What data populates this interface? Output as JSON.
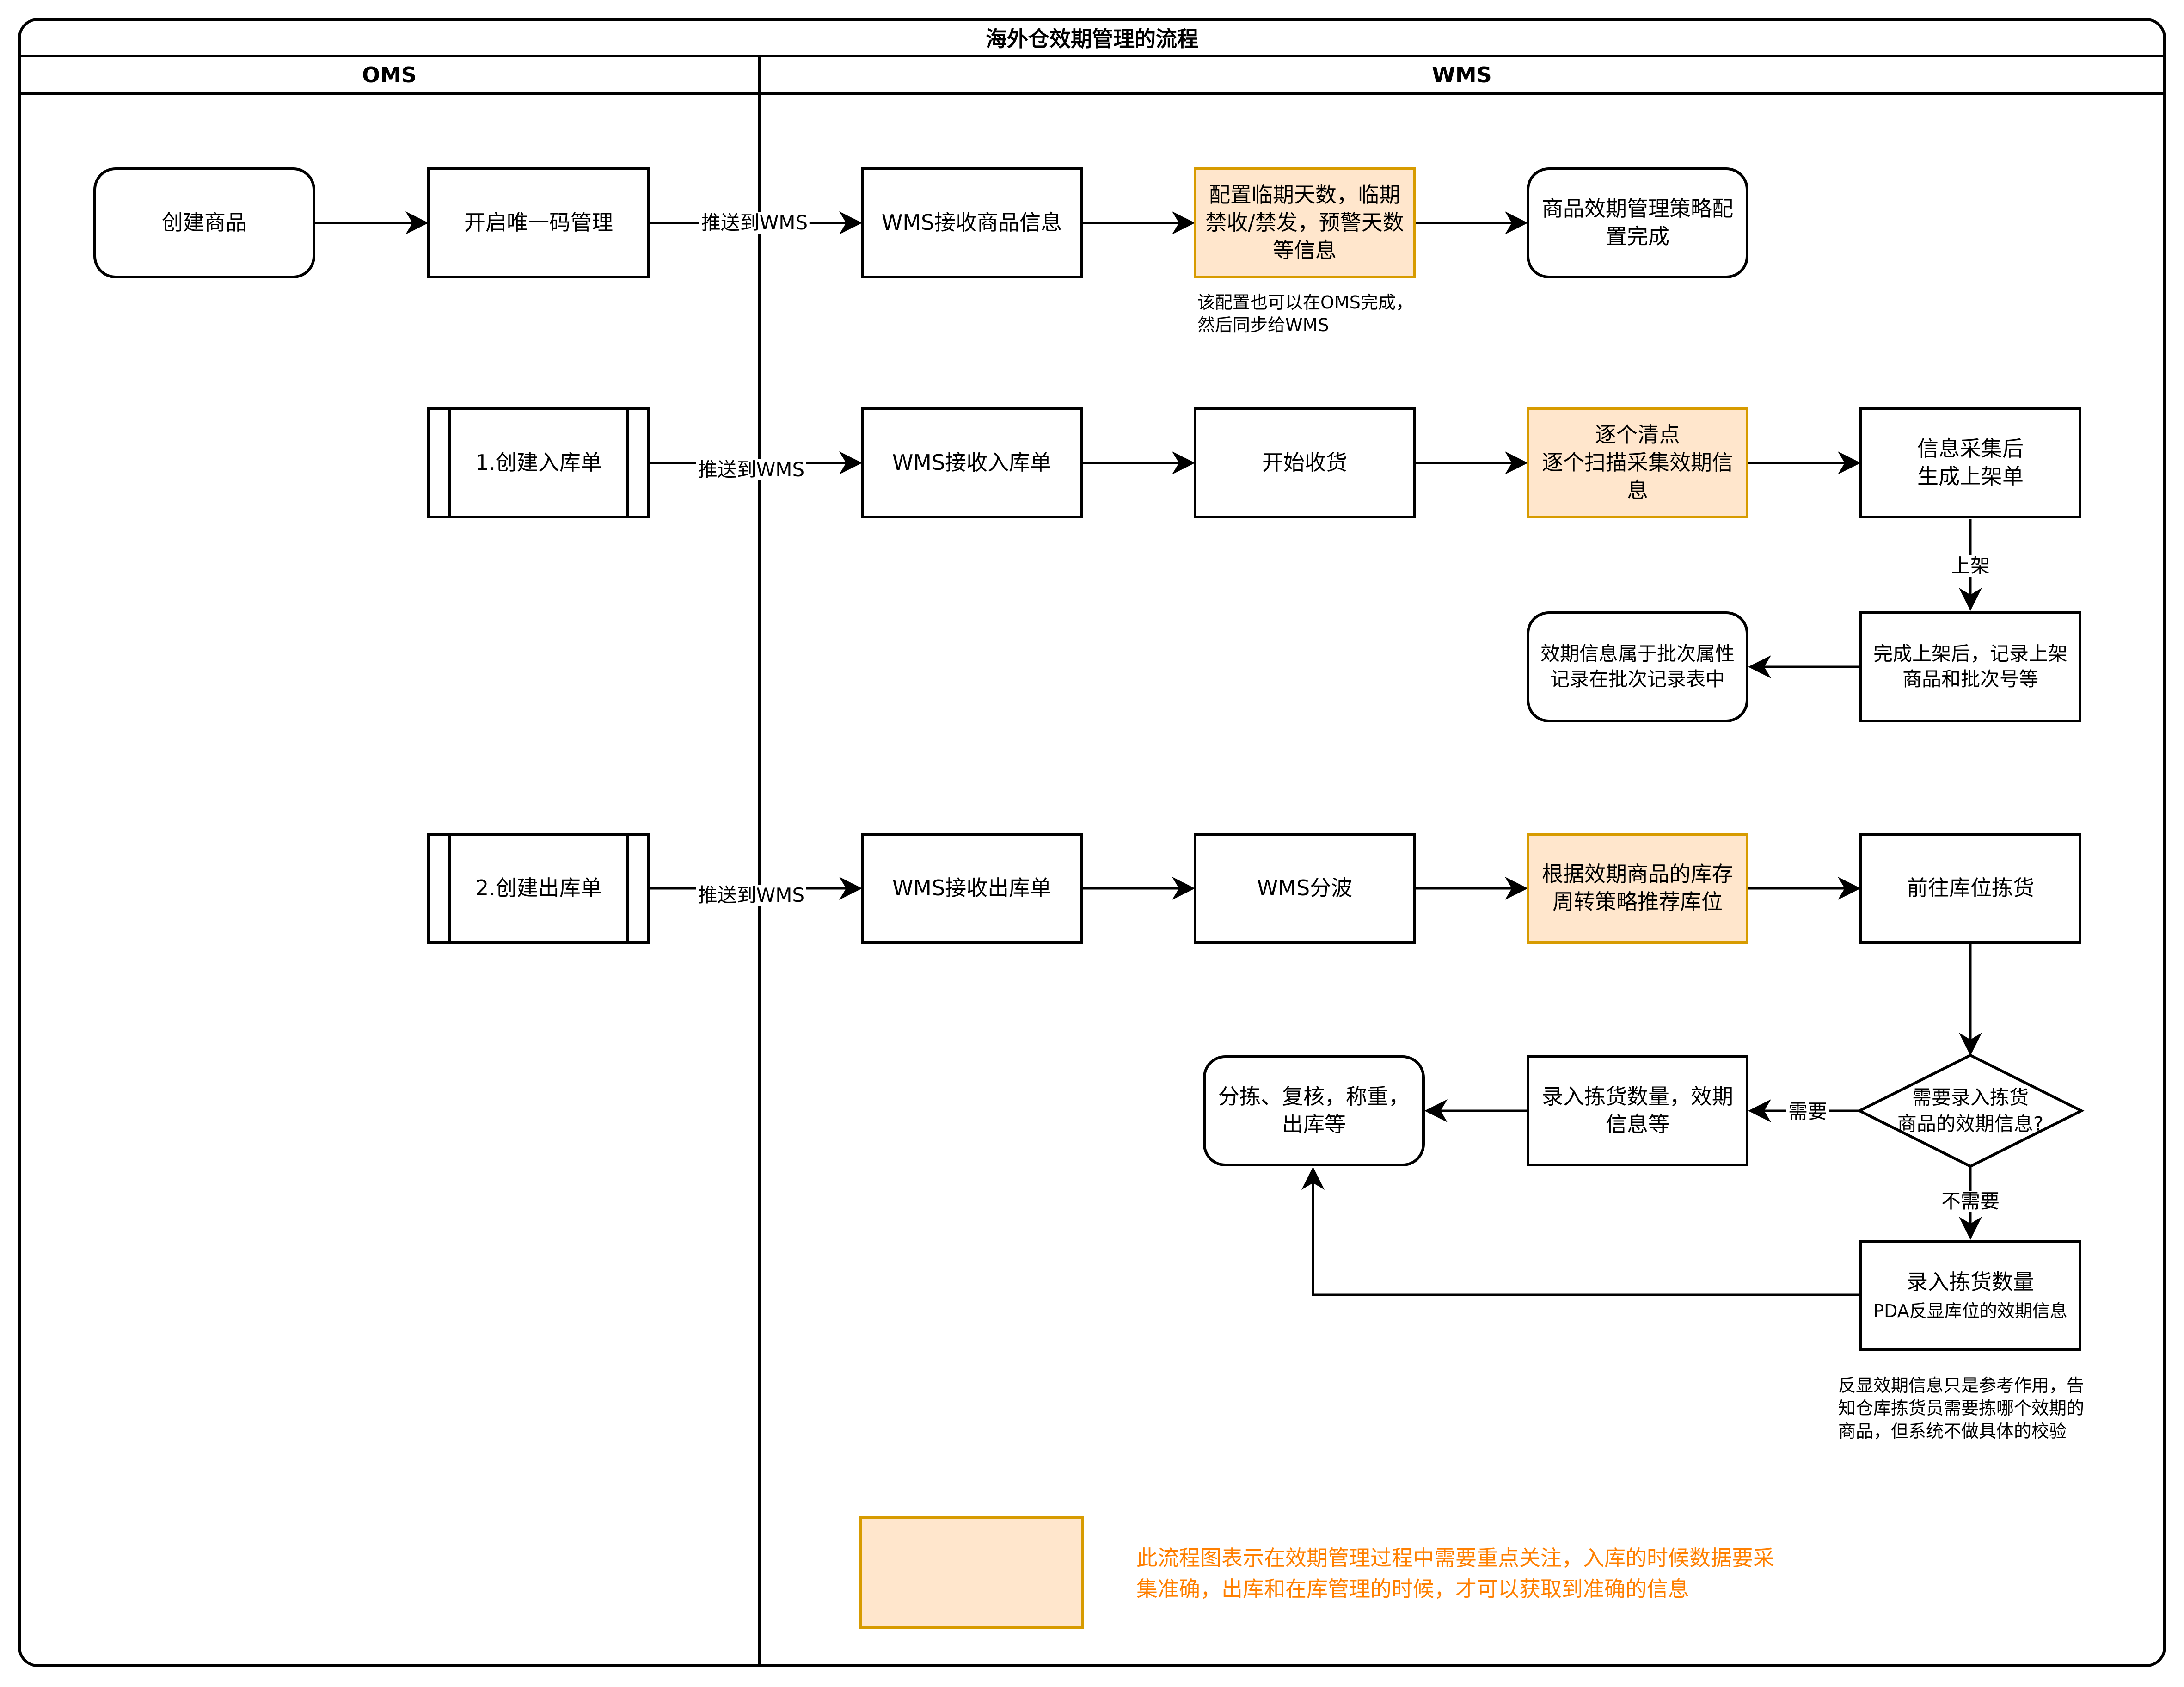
{
  "pool": {
    "title": "海外仓效期管理的流程"
  },
  "lanes": [
    {
      "label": "OMS"
    },
    {
      "label": "WMS"
    }
  ],
  "colors": {
    "highlight_fill": "#ffe6cc",
    "highlight_stroke": "#d79b00",
    "legend_text": "#ff7f00"
  },
  "nodes": {
    "create_product": "创建商品",
    "enable_unique_code": "开启唯一码管理",
    "wms_receive_product": "WMS接收商品信息",
    "config_expiry": "配置临期天数，临期\n禁收/禁发，预警天数\n等信息",
    "strategy_done": "商品效期管理策略配\n置完成",
    "create_inbound": "1.创建入库单",
    "wms_receive_inbound": "WMS接收入库单",
    "start_receiving": "开始收货",
    "scan_each": "逐个清点\n逐个扫描采集效期信息",
    "gen_putaway": "信息采集后\n生成上架单",
    "putaway_done": "完成上架后，记录上架\n商品和批次号等",
    "batch_record": "效期信息属于批次属性\n记录在批次记录表中",
    "create_outbound": "2.创建出库单",
    "wms_receive_outbound": "WMS接收出库单",
    "wms_wave": "WMS分波",
    "recommend_location": "根据效期商品的库存\n周转策略推荐库位",
    "go_pick": "前往库位拣货",
    "need_input_decision": "需要录入拣货\n商品的效期信息?",
    "input_qty_expiry": "录入拣货数量，效期\n信息等",
    "sort_check_weigh": "分拣、复核，称重，\n出库等",
    "input_qty_title": "录入拣货数量",
    "input_qty_sub": "PDA反显库位的效期信息"
  },
  "edge_labels": {
    "push1": "推送到WMS",
    "push2": "推送到WMS",
    "push3": "推送到WMS",
    "putaway": "上架",
    "need": "需要",
    "no_need": "不需要"
  },
  "notes": {
    "config_note": "该配置也可以在OMS完成，\n然后同步给WMS",
    "display_note": "反显效期信息只是参考作用，告\n知仓库拣货员需要拣哪个效期的\n商品，但系统不做具体的校验"
  },
  "legend": {
    "text": "此流程图表示在效期管理过程中需要重点关注，入库的时候数据要采\n集准确，出库和在库管理的时候，才可以获取到准确的信息"
  }
}
